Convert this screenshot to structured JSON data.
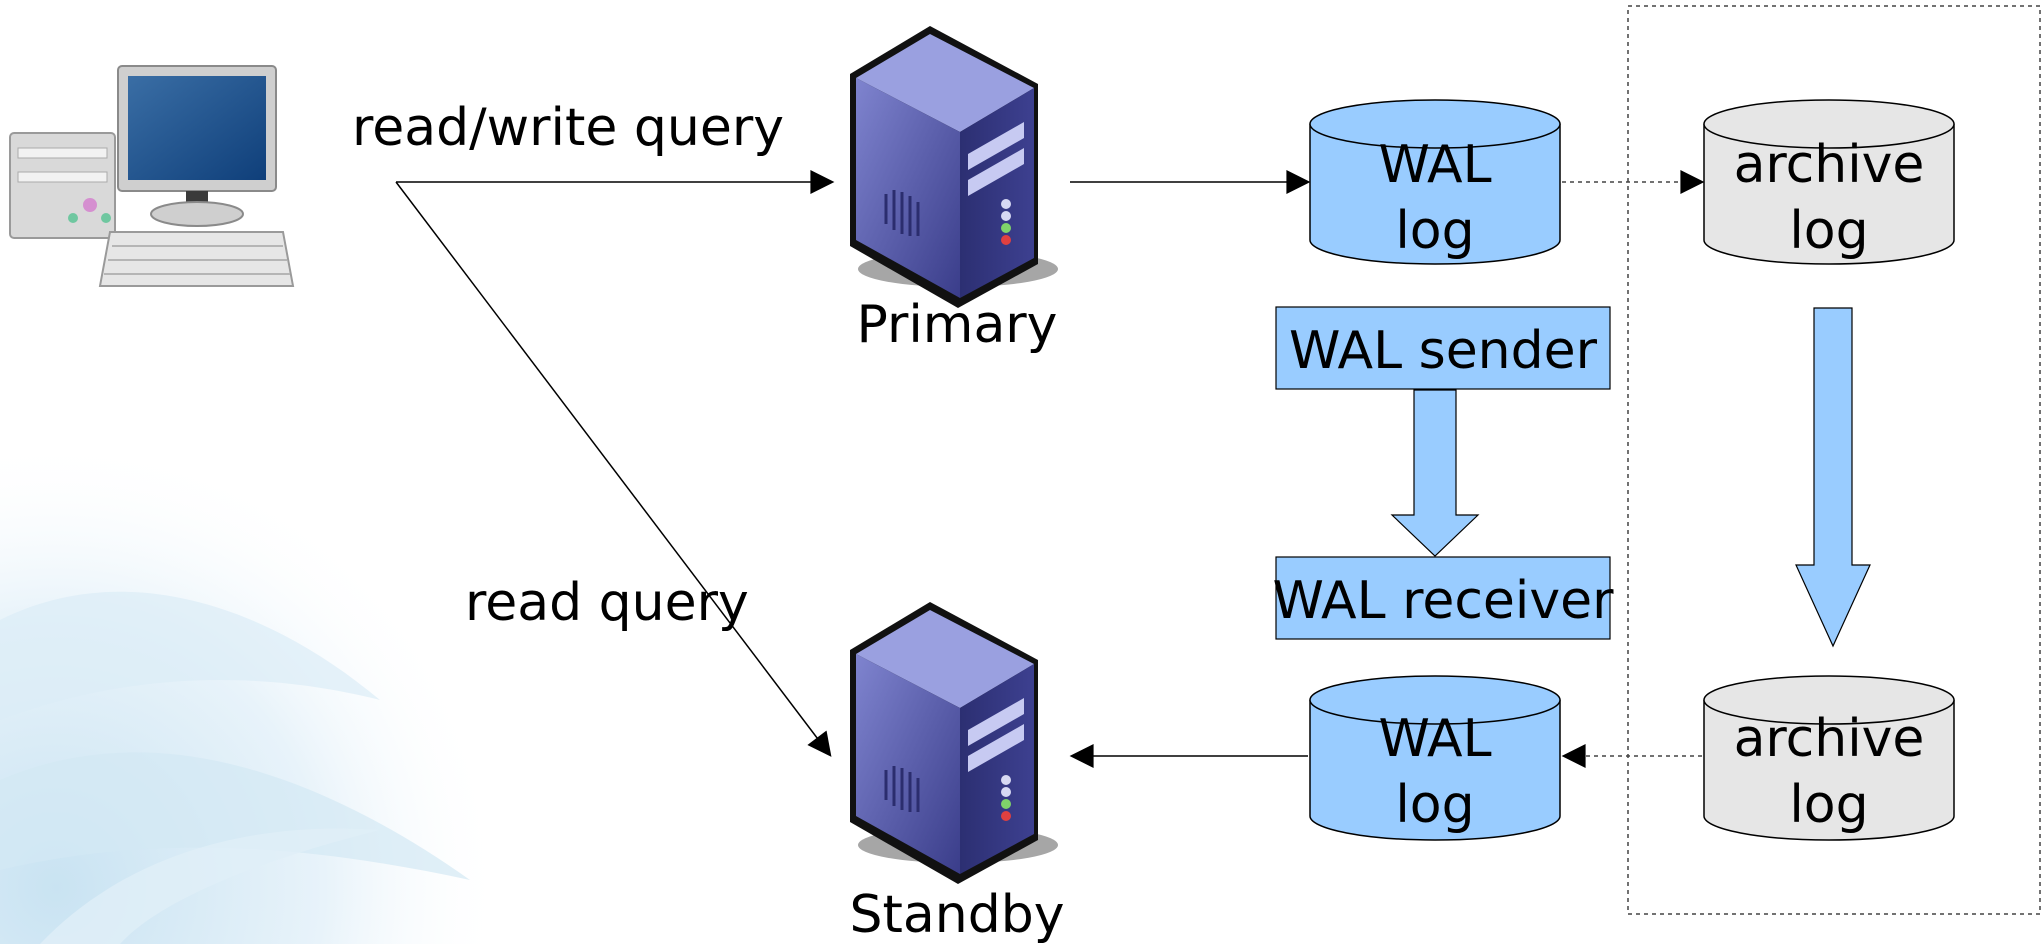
{
  "labels": {
    "read_write_query": "read/write query",
    "read_query": "read query",
    "primary": "Primary",
    "standby": "Standby"
  },
  "nodes": {
    "wal_log_primary": [
      "WAL",
      "log"
    ],
    "archive_log_primary": [
      "archive",
      "log"
    ],
    "wal_sender": "WAL sender",
    "wal_receiver": "WAL receiver",
    "wal_log_standby": [
      "WAL",
      "log"
    ],
    "archive_log_standby": [
      "archive",
      "log"
    ]
  },
  "colors": {
    "wal_fill": "#99ccff",
    "archive_fill": "#e6e6e6",
    "server_body": "#3c3f8c",
    "server_face": "#5a5fb0",
    "server_top": "#8e92d6",
    "background_swirl": "#d6eaf5"
  },
  "icons": {
    "client": "desktop-computer-icon",
    "primary_server": "server-tower-icon",
    "standby_server": "server-tower-icon"
  }
}
